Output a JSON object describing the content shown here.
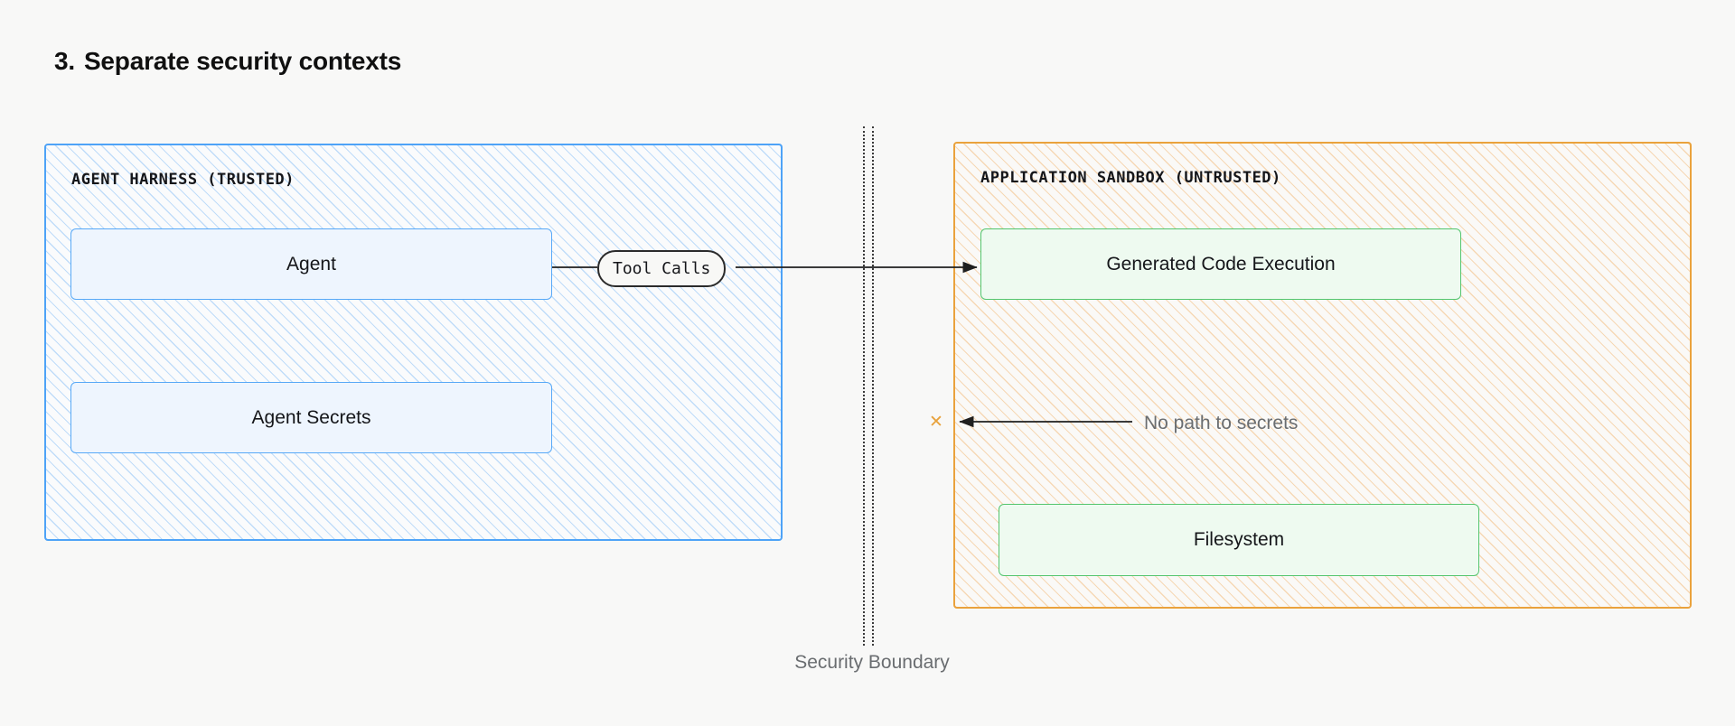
{
  "title": {
    "number": "3.",
    "text": "Separate security contexts"
  },
  "zones": [
    {
      "id": "agent-harness",
      "label": "AGENT HARNESS (TRUSTED)",
      "accent": "#4ea3f7",
      "trust": "trusted"
    },
    {
      "id": "application-sandbox",
      "label": "APPLICATION SANDBOX (UNTRUSTED)",
      "accent": "#eaa23c",
      "trust": "untrusted"
    }
  ],
  "nodes": [
    {
      "id": "agent",
      "label": "Agent",
      "zone": "agent-harness",
      "accent": "#58a9f7"
    },
    {
      "id": "agent-secrets",
      "label": "Agent Secrets",
      "zone": "agent-harness",
      "accent": "#58a9f7"
    },
    {
      "id": "code-execution",
      "label": "Generated Code Execution",
      "zone": "application-sandbox",
      "accent": "#54c56e"
    },
    {
      "id": "filesystem",
      "label": "Filesystem",
      "zone": "application-sandbox",
      "accent": "#54c56e"
    }
  ],
  "edges": [
    {
      "id": "tool-calls",
      "label": "Tool Calls",
      "from": "agent",
      "to": "code-execution",
      "direction": "right",
      "allowed": true
    },
    {
      "id": "no-path-to-secrets",
      "label": "No path to secrets",
      "from": "application-sandbox",
      "to": "agent-secrets",
      "direction": "left",
      "allowed": false,
      "marker": "blocked-x",
      "marker_icon": "cross-icon",
      "marker_color": "#e8a23c"
    }
  ],
  "boundary": {
    "caption": "Security Boundary",
    "style": "double-dotted",
    "color": "#3a3a3a"
  },
  "palette": {
    "background": "#f8f8f7",
    "title_color": "#101010",
    "muted_text": "#6a6d70",
    "trusted_accent": "#4ea3f7",
    "untrusted_accent": "#eaa23c",
    "node_green": "#54c56e",
    "node_blue": "#58a9f7"
  }
}
